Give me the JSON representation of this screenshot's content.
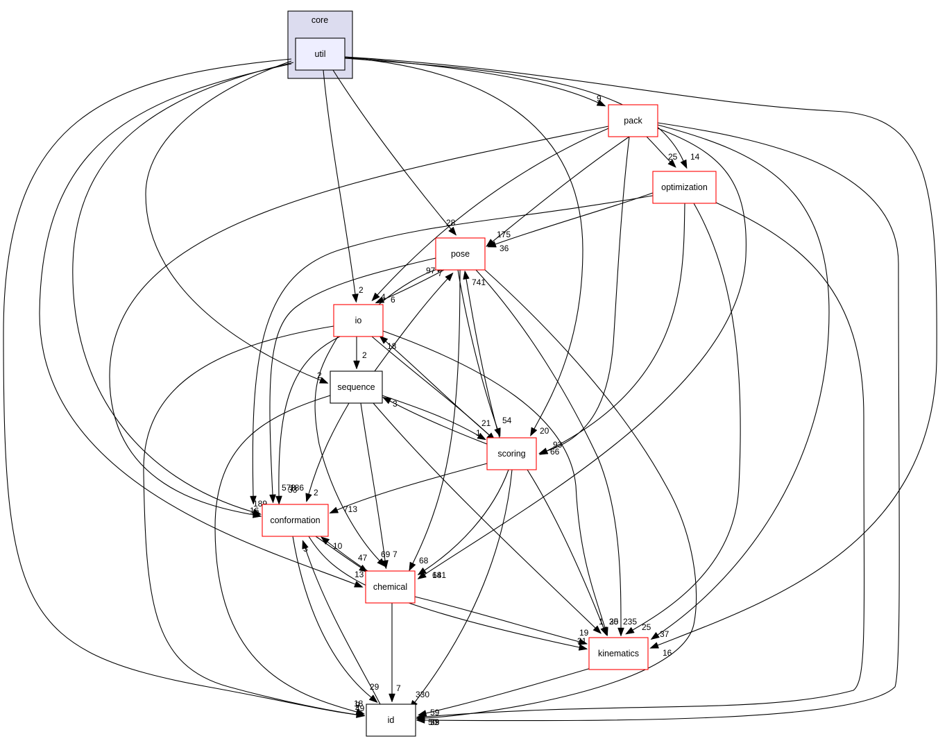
{
  "diagram": {
    "cluster": {
      "label": "core",
      "fill": "#dcdcef",
      "stroke": "#000000"
    },
    "colors": {
      "current_fill": "#eeeeff",
      "node_stroke_red": "#ff0000",
      "node_stroke_black": "#000000"
    },
    "nodes": [
      {
        "id": "util",
        "label": "util"
      },
      {
        "id": "pack",
        "label": "pack"
      },
      {
        "id": "optimization",
        "label": "optimization"
      },
      {
        "id": "pose",
        "label": "pose"
      },
      {
        "id": "io",
        "label": "io"
      },
      {
        "id": "sequence",
        "label": "sequence"
      },
      {
        "id": "scoring",
        "label": "scoring"
      },
      {
        "id": "conformation",
        "label": "conformation"
      },
      {
        "id": "chemical",
        "label": "chemical"
      },
      {
        "id": "kinematics",
        "label": "kinematics"
      },
      {
        "id": "id",
        "label": "id"
      }
    ],
    "edges": [
      {
        "from": "util",
        "to": "pack",
        "label": "9"
      },
      {
        "from": "util",
        "to": "optimization",
        "label": "14"
      },
      {
        "from": "util",
        "to": "pose",
        "label": "28"
      },
      {
        "from": "util",
        "to": "io",
        "label": "2"
      },
      {
        "from": "util",
        "to": "sequence",
        "label": "2"
      },
      {
        "from": "util",
        "to": "scoring",
        "label": "20"
      },
      {
        "from": "util",
        "to": "conformation",
        "label": "189"
      },
      {
        "from": "util",
        "to": "chemical",
        "label": "13"
      },
      {
        "from": "util",
        "to": "kinematics",
        "label": "16"
      },
      {
        "from": "util",
        "to": "id",
        "label": "9"
      },
      {
        "from": "pack",
        "to": "optimization",
        "label": "25"
      },
      {
        "from": "pack",
        "to": "pose",
        "label": "175"
      },
      {
        "from": "pack",
        "to": "io",
        "label": "4"
      },
      {
        "from": "pack",
        "to": "scoring",
        "label": "93"
      },
      {
        "from": "pack",
        "to": "conformation",
        "label": "16"
      },
      {
        "from": "pack",
        "to": "chemical",
        "label": "64"
      },
      {
        "from": "pack",
        "to": "kinematics",
        "label": "37"
      },
      {
        "from": "pack",
        "to": "id",
        "label": "50"
      },
      {
        "from": "optimization",
        "to": "pose",
        "label": "36"
      },
      {
        "from": "optimization",
        "to": "scoring",
        "label": "66"
      },
      {
        "from": "optimization",
        "to": "conformation",
        "label": "33"
      },
      {
        "from": "optimization",
        "to": "kinematics",
        "label": "25"
      },
      {
        "from": "optimization",
        "to": "id",
        "label": "39"
      },
      {
        "from": "pose",
        "to": "io",
        "label": "6"
      },
      {
        "from": "pose",
        "to": "scoring",
        "label": "54"
      },
      {
        "from": "pose",
        "to": "conformation",
        "label": "578"
      },
      {
        "from": "pose",
        "to": "chemical",
        "label": "68"
      },
      {
        "from": "pose",
        "to": "kinematics",
        "label": "235"
      },
      {
        "from": "pose",
        "to": "id",
        "label": "53"
      },
      {
        "from": "io",
        "to": "pose",
        "label": "97"
      },
      {
        "from": "io",
        "to": "sequence",
        "label": "2"
      },
      {
        "from": "io",
        "to": "scoring",
        "label": "21"
      },
      {
        "from": "io",
        "to": "conformation",
        "label": "186"
      },
      {
        "from": "io",
        "to": "chemical",
        "label": "69"
      },
      {
        "from": "io",
        "to": "kinematics",
        "label": "20"
      },
      {
        "from": "io",
        "to": "id",
        "label": "49"
      },
      {
        "from": "sequence",
        "to": "pose",
        "label": "7"
      },
      {
        "from": "sequence",
        "to": "scoring",
        "label": "1"
      },
      {
        "from": "sequence",
        "to": "conformation",
        "label": "2"
      },
      {
        "from": "sequence",
        "to": "chemical",
        "label": "7"
      },
      {
        "from": "sequence",
        "to": "kinematics",
        "label": "1"
      },
      {
        "from": "sequence",
        "to": "id",
        "label": "18"
      },
      {
        "from": "scoring",
        "to": "pose",
        "label": "741"
      },
      {
        "from": "scoring",
        "to": "io",
        "label": "18"
      },
      {
        "from": "scoring",
        "to": "sequence",
        "label": "3"
      },
      {
        "from": "scoring",
        "to": "conformation",
        "label": "713"
      },
      {
        "from": "scoring",
        "to": "chemical",
        "label": "181"
      },
      {
        "from": "scoring",
        "to": "kinematics",
        "label": "35"
      },
      {
        "from": "scoring",
        "to": "id",
        "label": "330"
      },
      {
        "from": "conformation",
        "to": "chemical",
        "label": "47"
      },
      {
        "from": "conformation",
        "to": "kinematics",
        "label": "31"
      },
      {
        "from": "conformation",
        "to": "id",
        "label": "29"
      },
      {
        "from": "chemical",
        "to": "conformation",
        "label": "10"
      },
      {
        "from": "chemical",
        "to": "kinematics",
        "label": "19"
      },
      {
        "from": "chemical",
        "to": "id",
        "label": "7"
      },
      {
        "from": "id",
        "to": "conformation",
        "label": "3"
      },
      {
        "from": "kinematics",
        "to": "id",
        "label": "59"
      }
    ]
  }
}
